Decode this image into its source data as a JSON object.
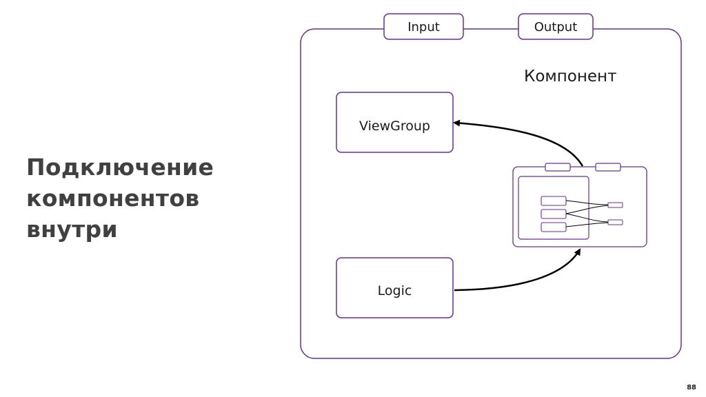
{
  "slide": {
    "title": "Подключение\nкомпонентов\nвнутри",
    "page_number": "88"
  },
  "diagram": {
    "component_label": "Компонент",
    "ports": {
      "input": "Input",
      "output": "Output"
    },
    "blocks": {
      "view_group": "ViewGroup",
      "logic": "Logic"
    }
  },
  "colors": {
    "outline": "#6a2c9f",
    "arrow": "#000000",
    "title_text": "#404040"
  }
}
